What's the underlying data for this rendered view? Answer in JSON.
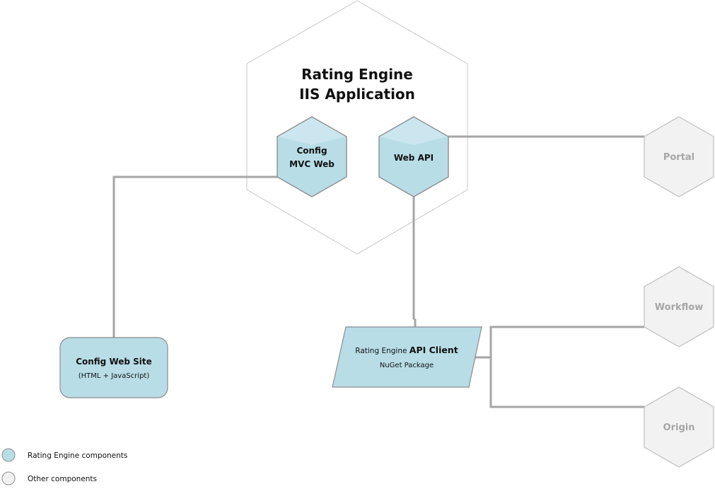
{
  "container": {
    "title_line1": "Rating Engine",
    "title_line2": "IIS Application"
  },
  "nodes": {
    "config_mvc": {
      "line1": "Config",
      "line2": "MVC Web"
    },
    "web_api": {
      "label": "Web API"
    },
    "portal": {
      "label": "Portal"
    },
    "workflow": {
      "label": "Workflow"
    },
    "origin": {
      "label": "Origin"
    },
    "config_site": {
      "title": "Config Web Site",
      "subtitle": "(HTML + JavaScript)"
    },
    "api_client": {
      "title_prefix": "Rating Engine ",
      "title_main": "API Client",
      "subtitle": "NuGet Package"
    }
  },
  "legend": {
    "items": [
      {
        "label": "Rating Engine components",
        "color": "#b8dde7"
      },
      {
        "label": "Other components",
        "color": "#f2f2f2"
      }
    ]
  }
}
